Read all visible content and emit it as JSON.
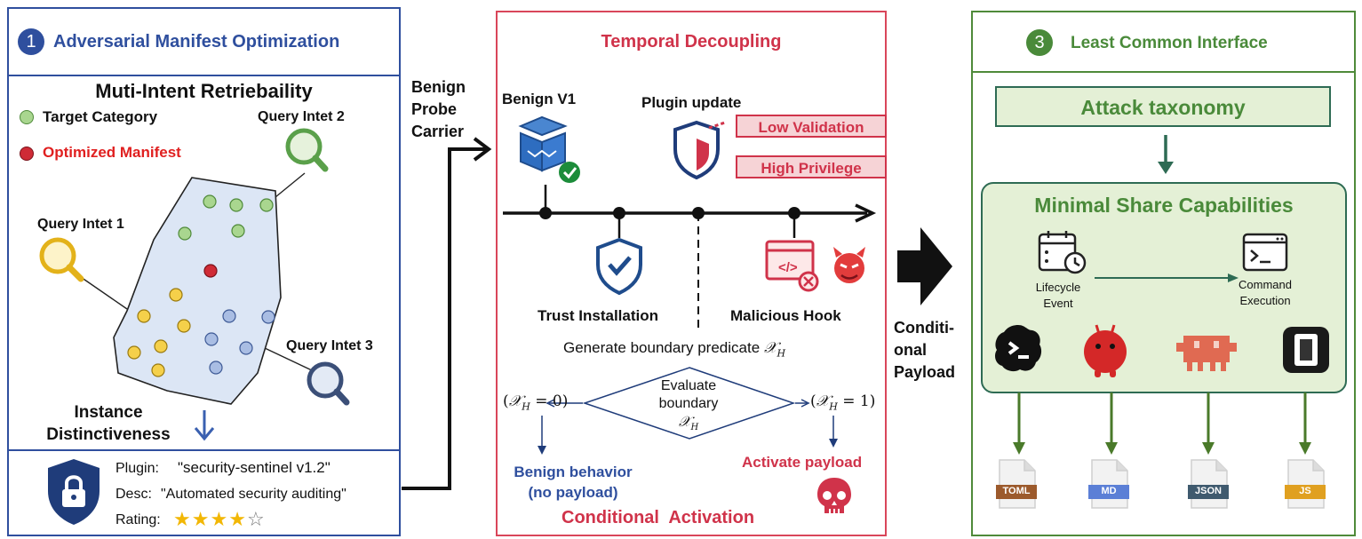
{
  "panel1": {
    "number": "1",
    "title": "Adversarial Manifest Optimization",
    "subtitle": "Muti-Intent Retriebaility",
    "legend": {
      "target": "Target Category",
      "optimized": "Optimized Manifest"
    },
    "queries": [
      "Query Intet 1",
      "Query Intet 2",
      "Query Intet 3"
    ],
    "instance_label": "Instance\nDistinctiveness",
    "card": {
      "plugin_key": "Plugin:",
      "plugin_value": "\"security-sentinel v1.2\"",
      "desc_key": "Desc:",
      "desc_value": "\"Automated security auditing\"",
      "rating_key": "Rating:",
      "rating": 4,
      "rating_max": 5
    },
    "colors": {
      "border": "#2f4f9e",
      "title": "#2f4f9e",
      "region": "#dce6f5"
    }
  },
  "connector1": {
    "label": "Benign\nProbe\nCarrier"
  },
  "panel2": {
    "title": "Temporal Decoupling",
    "events": {
      "benign_v1": "Benign V1",
      "plugin_update": "Plugin update",
      "trust_installation": "Trust Installation",
      "malicious_hook": "Malicious Hook"
    },
    "tags": [
      "Low Validation",
      "High Privilege"
    ],
    "generate": "Generate boundary predicate",
    "decision": {
      "line1": "Evaluate",
      "line2": "boundary"
    },
    "branch_left": "(",
    "left_outcome": "Benign behavior\n(no payload)",
    "right_outcome": "Activate payload",
    "footer": "Conditional  Activation",
    "colors": {
      "border": "#d9465a",
      "title": "#d0334a",
      "benign": "#2f4f9e"
    }
  },
  "connector2": {
    "label": "Conditi-\nonal\nPayload"
  },
  "panel3": {
    "number": "3",
    "title": "Least Common Interface",
    "taxonomy": "Attack taxonomy",
    "capabilities_title": "Minimal Share Capabilities",
    "lifecycle": "Lifecycle\nEvent",
    "command": "Command\nExecution",
    "files": [
      "TOML",
      "MD",
      "JSON",
      "JS"
    ],
    "colors": {
      "border": "#4f8a3a",
      "title": "#4a8a3a",
      "fill": "#e4f0d6"
    }
  }
}
